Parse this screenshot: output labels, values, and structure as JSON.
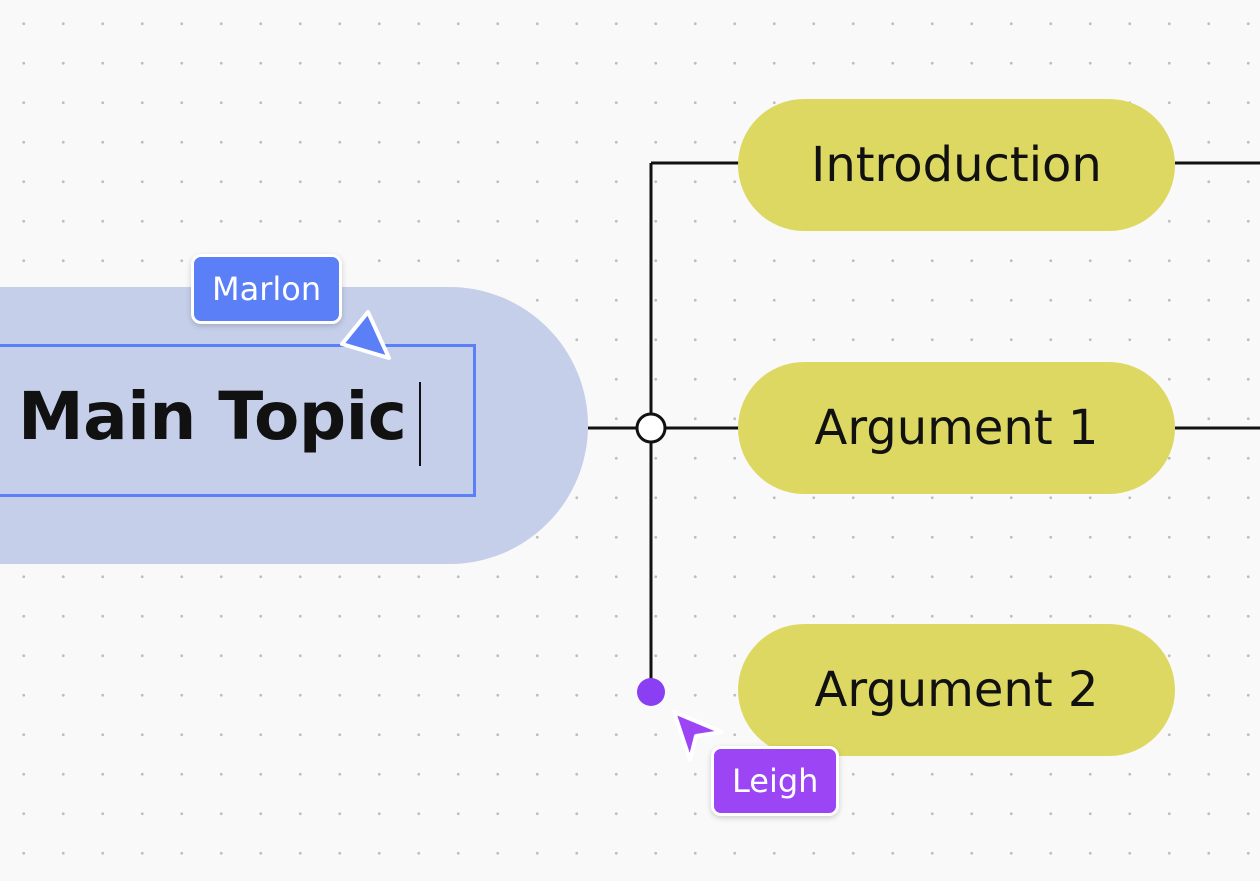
{
  "mindmap": {
    "main_topic": {
      "label": "Main Topic"
    },
    "subtopics": [
      {
        "label": "Introduction"
      },
      {
        "label": "Argument 1"
      },
      {
        "label": "Argument 2"
      }
    ]
  },
  "collaborators": [
    {
      "name": "Marlon",
      "color": "#5b7ff7"
    },
    {
      "name": "Leigh",
      "color": "#9b45f5"
    }
  ],
  "colors": {
    "main_topic_fill": "#c5cfea",
    "subtopic_fill": "#ddd862",
    "connector": "#111111",
    "selection_outline": "#5b7ff7",
    "drag_handle": "#8b3ff2"
  }
}
